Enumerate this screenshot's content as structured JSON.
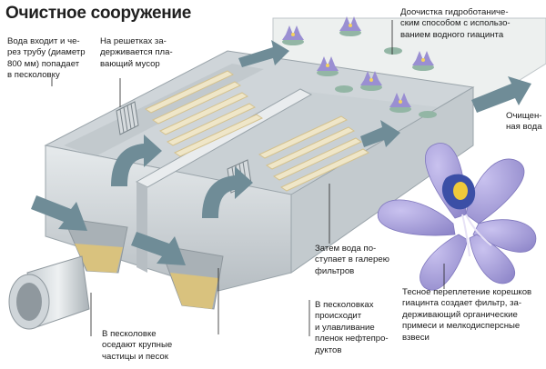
{
  "title": "Очистное сооружение",
  "labels": {
    "water_in": "Вода входит и че-\nрез трубу (диаметр\n800 мм) попадает\nв песколовку",
    "grates": "На решетках за-\nдерживается пла-\nвающий мусор",
    "hydrobotanic": "Доочистка гидроботаниче-\nским способом с использо-\nванием водного гиацинта",
    "clean_water": "Очищен-\nная вода",
    "gallery": "Затем вода по-\nступает в галерею\nфильтров",
    "sand_trap": "В песколовке\nоседают крупные\nчастицы и песок",
    "oil_film": "В песколовках\nпроисходит\nи улавливание\nпленок нефтепро-\nдуктов",
    "roots": "Тесное переплетение корешков\nгиацинта создает фильтр, за-\nдерживающий органические\nпримеси и мелкодисперсные\nвзвеси"
  },
  "colors": {
    "concrete": "#d7dcdf",
    "concrete_dark": "#b9c0c5",
    "arrow": "#6f8c97",
    "sand": "#d9c27e",
    "flower": "#8f82c8",
    "leaf": "#93b6a5"
  }
}
